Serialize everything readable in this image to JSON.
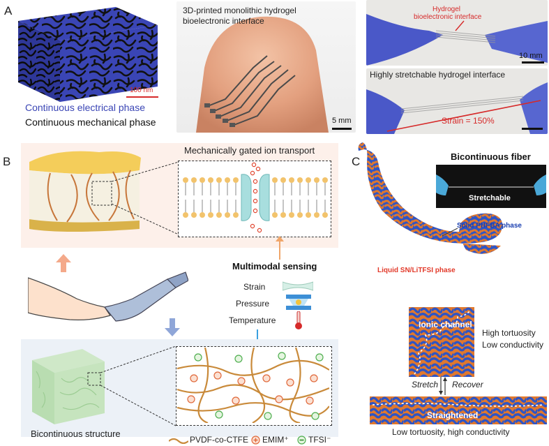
{
  "panel_letters": {
    "a": "A",
    "b": "B",
    "c": "C"
  },
  "panel_a": {
    "scale_100nm": "100 nm",
    "legend_electrical": "Continuous electrical phase",
    "legend_mechanical": "Continuous mechanical phase",
    "finger_caption_line1": "3D-printed monolithic hydrogel",
    "finger_caption_line2": "bioelectronic interface",
    "finger_scale": "5 mm",
    "top_right_label_line1": "Hydrogel",
    "top_right_label_line2": "bioelectronic interface",
    "top_right_scale": "10 mm",
    "bottom_right_title": "Highly stretchable hydrogel interface",
    "strain_label": "Strain = 150%",
    "colors": {
      "electrical": "#3a45b5",
      "mechanical": "#111111",
      "accent_red": "#d62a2a"
    }
  },
  "panel_b": {
    "title_ion": "Mechanically gated ion transport",
    "multimodal_title": "Multimodal sensing",
    "sensing_items": [
      "Strain",
      "Pressure",
      "Temperature"
    ],
    "bicontinuous_label": "Bicontinuous structure",
    "legend": {
      "polymer": "PVDF-co-CTFE",
      "cation": "EMIM⁺",
      "anion": "TFSI⁻"
    },
    "colors": {
      "polymer": "#c98a3a",
      "cation": "#e0683a",
      "anion": "#4fae4f"
    }
  },
  "panel_c": {
    "fiber_title": "Bicontinuous fiber",
    "stretchable": "Stretchable",
    "solid_phase": "Solid PHFBA phase",
    "liquid_phase": "Liquid SN/LiTFSI phase",
    "ionic_channel": "Ionic channel",
    "high_tortuosity": "High tortuosity",
    "low_conductivity": "Low conductivity",
    "stretch": "Stretch",
    "recover": "Recover",
    "straightened": "Straightened",
    "bottom_caption": "Low tortuosity, high conductivity",
    "colors": {
      "blue_phase": "#2f55c4",
      "orange_phase": "#e0782e",
      "label_red": "#e23a2a",
      "label_blue": "#1a3fb0"
    }
  }
}
